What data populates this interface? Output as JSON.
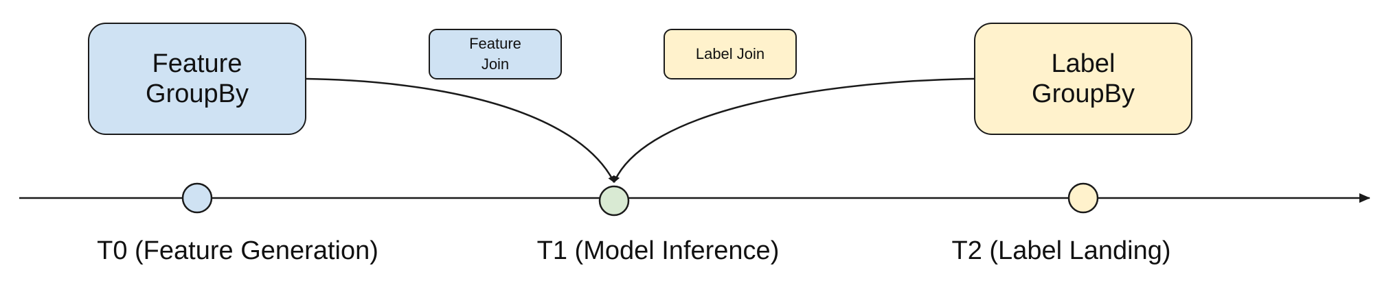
{
  "boxes": {
    "feature_groupby": "Feature\nGroupBy",
    "feature_join": "Feature\nJoin",
    "label_join": "Label Join",
    "label_groupby": "Label\nGroupBy"
  },
  "timeline": {
    "t0": "T0 (Feature Generation)",
    "t1": "T1 (Model Inference)",
    "t2": "T2 (Label Landing)"
  },
  "colors": {
    "blue_fill": "#cfe2f3",
    "yellow_fill": "#fff2cc",
    "green_fill": "#d9ead3",
    "stroke": "#1a1a1a"
  }
}
